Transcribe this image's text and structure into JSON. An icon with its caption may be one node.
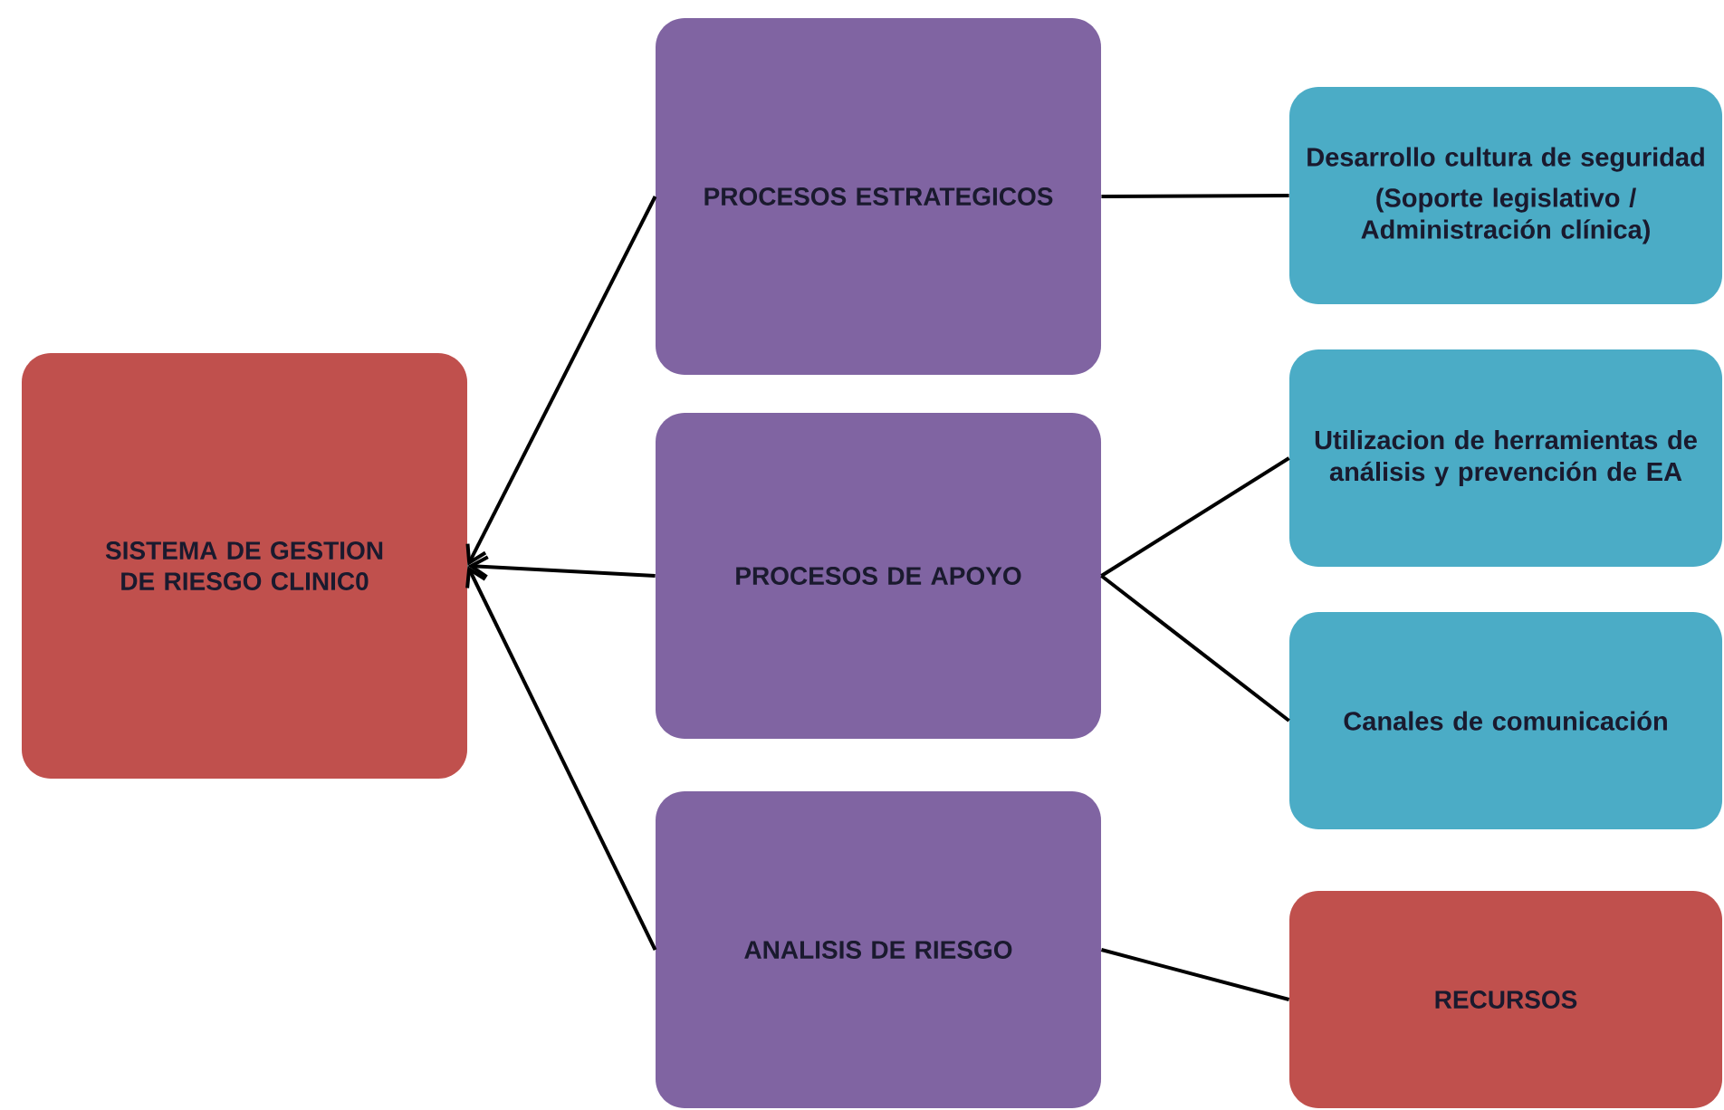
{
  "diagram": {
    "nodes": [
      {
        "text": [
          "SISTEMA DE GESTION DE RIESGO CLINIC0"
        ]
      },
      {
        "text": [
          "PROCESOS ESTRATEGICOS"
        ]
      },
      {
        "text": [
          "PROCESOS DE APOYO"
        ]
      },
      {
        "text": [
          "ANALISIS DE RIESGO"
        ]
      },
      {
        "text": [
          "Desarrollo cultura de seguridad",
          "(Soporte legislativo / Administración clínica)"
        ]
      },
      {
        "text": [
          "Utilizacion de herramientas de análisis y prevención de EA"
        ]
      },
      {
        "text": [
          "Canales de comunicación"
        ]
      },
      {
        "text": [
          "RECURSOS"
        ]
      }
    ],
    "edges": [
      {
        "from": 1,
        "to": 0,
        "arrow": "to"
      },
      {
        "from": 2,
        "to": 0,
        "arrow": "to"
      },
      {
        "from": 3,
        "to": 0,
        "arrow": "to"
      },
      {
        "from": 1,
        "to": 4,
        "arrow": "none"
      },
      {
        "from": 2,
        "to": 5,
        "arrow": "none"
      },
      {
        "from": 2,
        "to": 6,
        "arrow": "none"
      },
      {
        "from": 3,
        "to": 7,
        "arrow": "none"
      }
    ]
  }
}
